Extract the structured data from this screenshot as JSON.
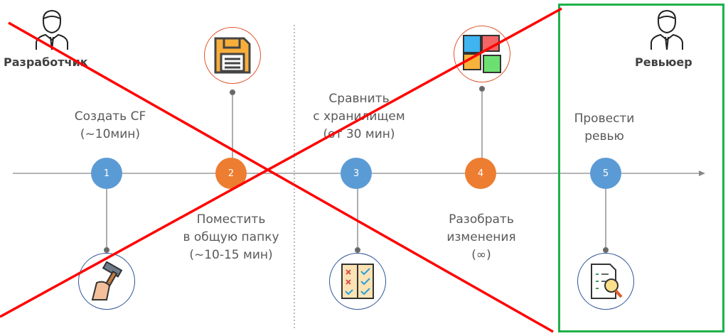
{
  "roles": {
    "developer": "Разработчик",
    "reviewer": "Ревьюер"
  },
  "steps": [
    {
      "num": "1",
      "lines": [
        "Создать CF",
        "(~10мин)"
      ],
      "color": "#5b9bd5"
    },
    {
      "num": "2",
      "lines": [
        "Поместить",
        "в общую папку",
        "(~10-15 мин)"
      ],
      "color": "#ed7d31"
    },
    {
      "num": "3",
      "lines": [
        "Сравнить",
        "с хранилищем",
        "(от 30 мин)"
      ],
      "color": "#5b9bd5"
    },
    {
      "num": "4",
      "lines": [
        "Разобрать",
        "изменения",
        "(∞)"
      ],
      "color": "#ed7d31"
    },
    {
      "num": "5",
      "lines": [
        "Провести",
        "ревью"
      ],
      "color": "#5b9bd5"
    }
  ],
  "colors": {
    "cross": "#ff0000",
    "highlight": "#1db14b"
  }
}
